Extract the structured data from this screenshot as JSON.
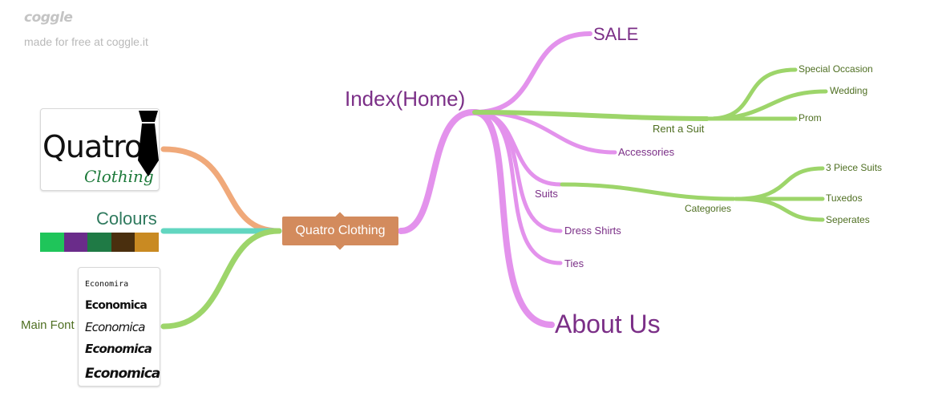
{
  "header": {
    "brand": "coggle",
    "tagline": "made for free at coggle.it"
  },
  "center": {
    "label": "Quatro Clothing"
  },
  "left": {
    "logo": {
      "word": "Quatro",
      "sub": "Clothing"
    },
    "colours": {
      "label": "Colours",
      "swatches": [
        "#1fc55a",
        "#6a2c8a",
        "#1f7a45",
        "#4a2f0e",
        "#c98a22"
      ]
    },
    "main_font": {
      "label": "Main Font",
      "samples": [
        "Economira",
        "Economica",
        "Economica",
        "Economica",
        "Economica"
      ]
    }
  },
  "right": {
    "index": "Index(Home)",
    "sale": "SALE",
    "rent_a_suit": "Rent a Suit",
    "special_occasion": "Special Occasion",
    "wedding": "Wedding",
    "prom": "Prom",
    "accessories": "Accessories",
    "suits": "Suits",
    "categories": "Categories",
    "three_piece_suits": "3 Piece Suits",
    "tuxedos": "Tuxedos",
    "seperates": "Seperates",
    "dress_shirts": "Dress Shirts",
    "ties": "Ties",
    "about_us": "About Us"
  },
  "colors": {
    "purple_branch": "#e392ec",
    "purple_text": "#7b2f87",
    "green_branch": "#9dd56a",
    "green_text": "#4f6f22",
    "orange_branch": "#f0a97a",
    "teal_branch": "#62d6c0",
    "center_fill": "#d38b5d"
  },
  "icons": [
    "tie-icon",
    "branch-toggle-icon"
  ]
}
